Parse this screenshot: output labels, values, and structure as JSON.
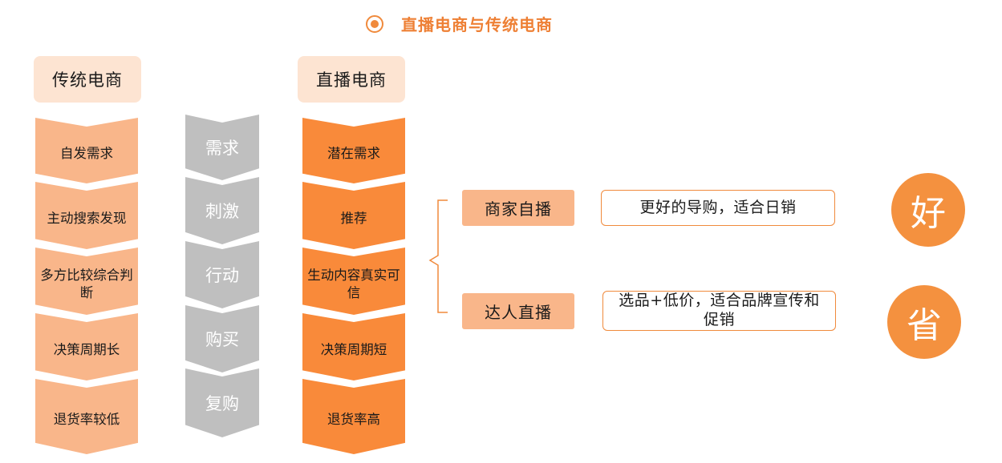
{
  "title": "直播电商与传统电商",
  "colors": {
    "accent": "#ee8035",
    "light_orange": "#f9b68a",
    "dark_orange": "#f98a3a",
    "gray": "#bfbfbf",
    "header_bg": "#fde4d2"
  },
  "traditional": {
    "header": "传统电商",
    "steps": [
      "自发需求",
      "主动搜索发现",
      "多方比较综合判断",
      "决策周期长",
      "退货率较低"
    ]
  },
  "stages": [
    "需求",
    "刺激",
    "行动",
    "购买",
    "复购"
  ],
  "live": {
    "header": "直播电商",
    "steps": [
      "潜在需求",
      "推荐",
      "生动内容真实可信",
      "决策周期短",
      "退货率高"
    ]
  },
  "types": [
    {
      "label": "商家自播",
      "desc": "更好的导购，适合日销",
      "badge": "好"
    },
    {
      "label": "达人直播",
      "desc": "选品+低价，适合品牌宣传和促销",
      "badge": "省"
    }
  ]
}
